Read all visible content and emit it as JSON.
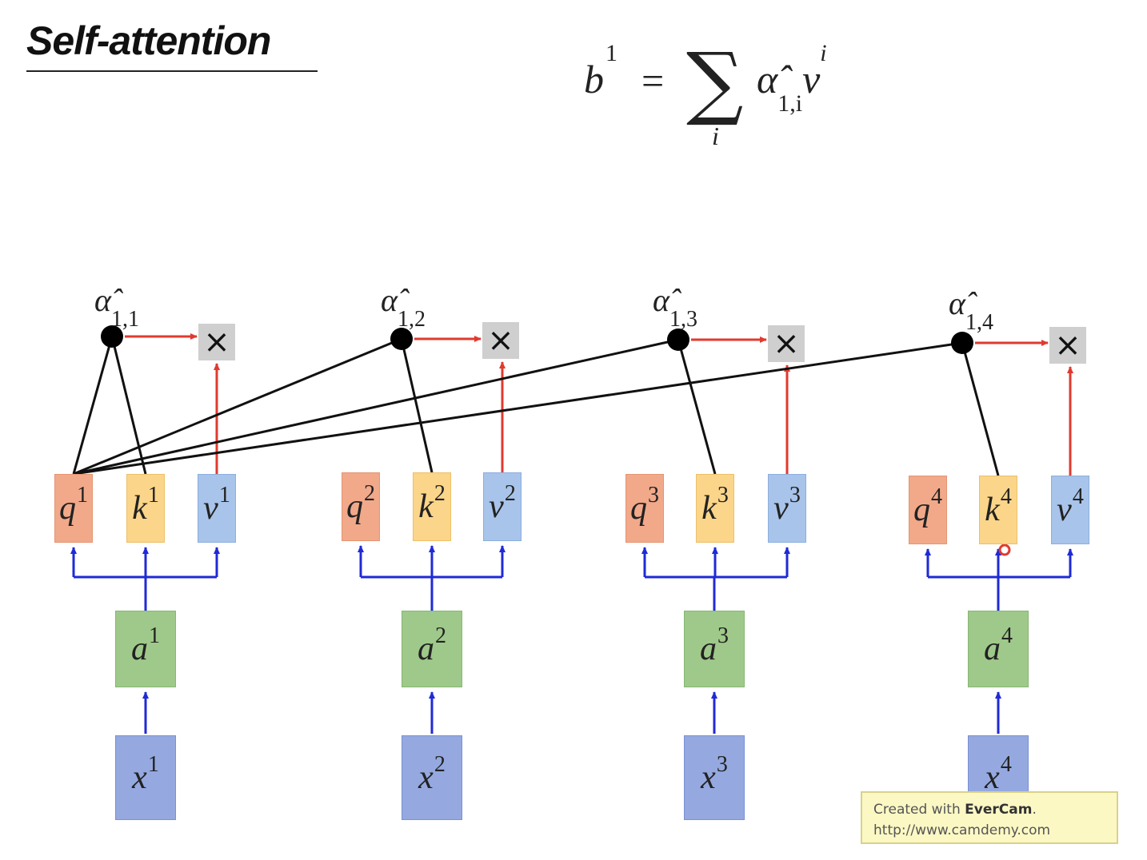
{
  "slide": {
    "title": "Self-attention",
    "formula": {
      "lhs": "b",
      "lhs_sup": "1",
      "eq": "=",
      "sigma": "∑",
      "sum_index": "i",
      "rhs_alpha": "α̂",
      "rhs_sub": "1,i",
      "rhs_v": "v",
      "rhs_sup": "i"
    }
  },
  "columns": [
    {
      "alpha": "α̂",
      "alpha_sub": "1,1",
      "q": "q",
      "k": "k",
      "v": "v",
      "a": "a",
      "x": "x",
      "sup": "1"
    },
    {
      "alpha": "α̂",
      "alpha_sub": "1,2",
      "q": "q",
      "k": "k",
      "v": "v",
      "a": "a",
      "x": "x",
      "sup": "2"
    },
    {
      "alpha": "α̂",
      "alpha_sub": "1,3",
      "q": "q",
      "k": "k",
      "v": "v",
      "a": "a",
      "x": "x",
      "sup": "3"
    },
    {
      "alpha": "α̂",
      "alpha_sub": "1,4",
      "q": "q",
      "k": "k",
      "v": "v",
      "a": "a",
      "x": "x",
      "sup": "4"
    }
  ],
  "multiply_symbol": "×",
  "colors": {
    "query": "#f1a98a",
    "key": "#fbd589",
    "value": "#a8c4ea",
    "a": "#9fc98a",
    "x": "#95a9e0",
    "black_edge": "#111111",
    "red_edge": "#e03a2f",
    "blue_edge": "#1f2ad6"
  },
  "watermark": {
    "prefix": "Created with ",
    "brand": "EverCam",
    "suffix": ".",
    "url": "http://www.camdemy.com"
  }
}
